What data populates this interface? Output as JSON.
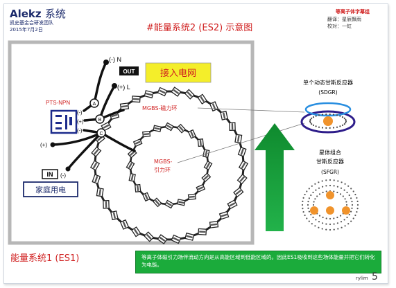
{
  "header": {
    "brand_name": "Alekz",
    "brand_name_cn": "系统",
    "brand_sub": "凯史基金会研发团队",
    "brand_date": "2015年7月2日",
    "title": "#能量系统2 (ES2) 示意图",
    "credit_team": "等离子体字幕组",
    "credit_translate": "翻译：星辰飘雨",
    "credit_proof": "校对：一虹"
  },
  "diagram": {
    "terminal_a": "A",
    "terminal_b": "B",
    "terminal_c": "C",
    "n_label": "(-) N",
    "out_label": "OUT",
    "l_label": "(+) L",
    "grid_label": "接入电网",
    "pts_label": "PTS-NPN",
    "pin_minus_top": "(-)",
    "pin_plus": "(+)",
    "pin_minus_bottom": "(-)",
    "in_plus": "(+)",
    "in_label": "IN",
    "in_minus": "(-)",
    "household_label": "家庭用电",
    "mgbs_mag_label": "MGBS-磁力环",
    "mgbs_grav_label_1": "MGBS-",
    "mgbs_grav_label_2": "引力环",
    "sdgr_title": "单个动态甘斯反应器",
    "sdgr_code": "(SDGR)",
    "sfgr_title_1": "星体组合",
    "sfgr_title_2": "甘斯反应器",
    "sfgr_code": "(SFGR)"
  },
  "footer": {
    "es1_label": "能量系统1 (ES1)",
    "note": "等离子体磁引力场伴流动方向是从高能区域到低能区域的。因此ES1吸收到这些场体能量并把它们转化为电能。",
    "brand": "rylim",
    "page_number": "5"
  },
  "colors": {
    "title_red": "#d02020",
    "accent_green": "#1bab3b",
    "grid_yellow": "#f4ee2a",
    "sdgr_purple": "#2e1d8a",
    "sdgr_blue": "#2a8fe0",
    "core_orange": "#f0932c"
  }
}
